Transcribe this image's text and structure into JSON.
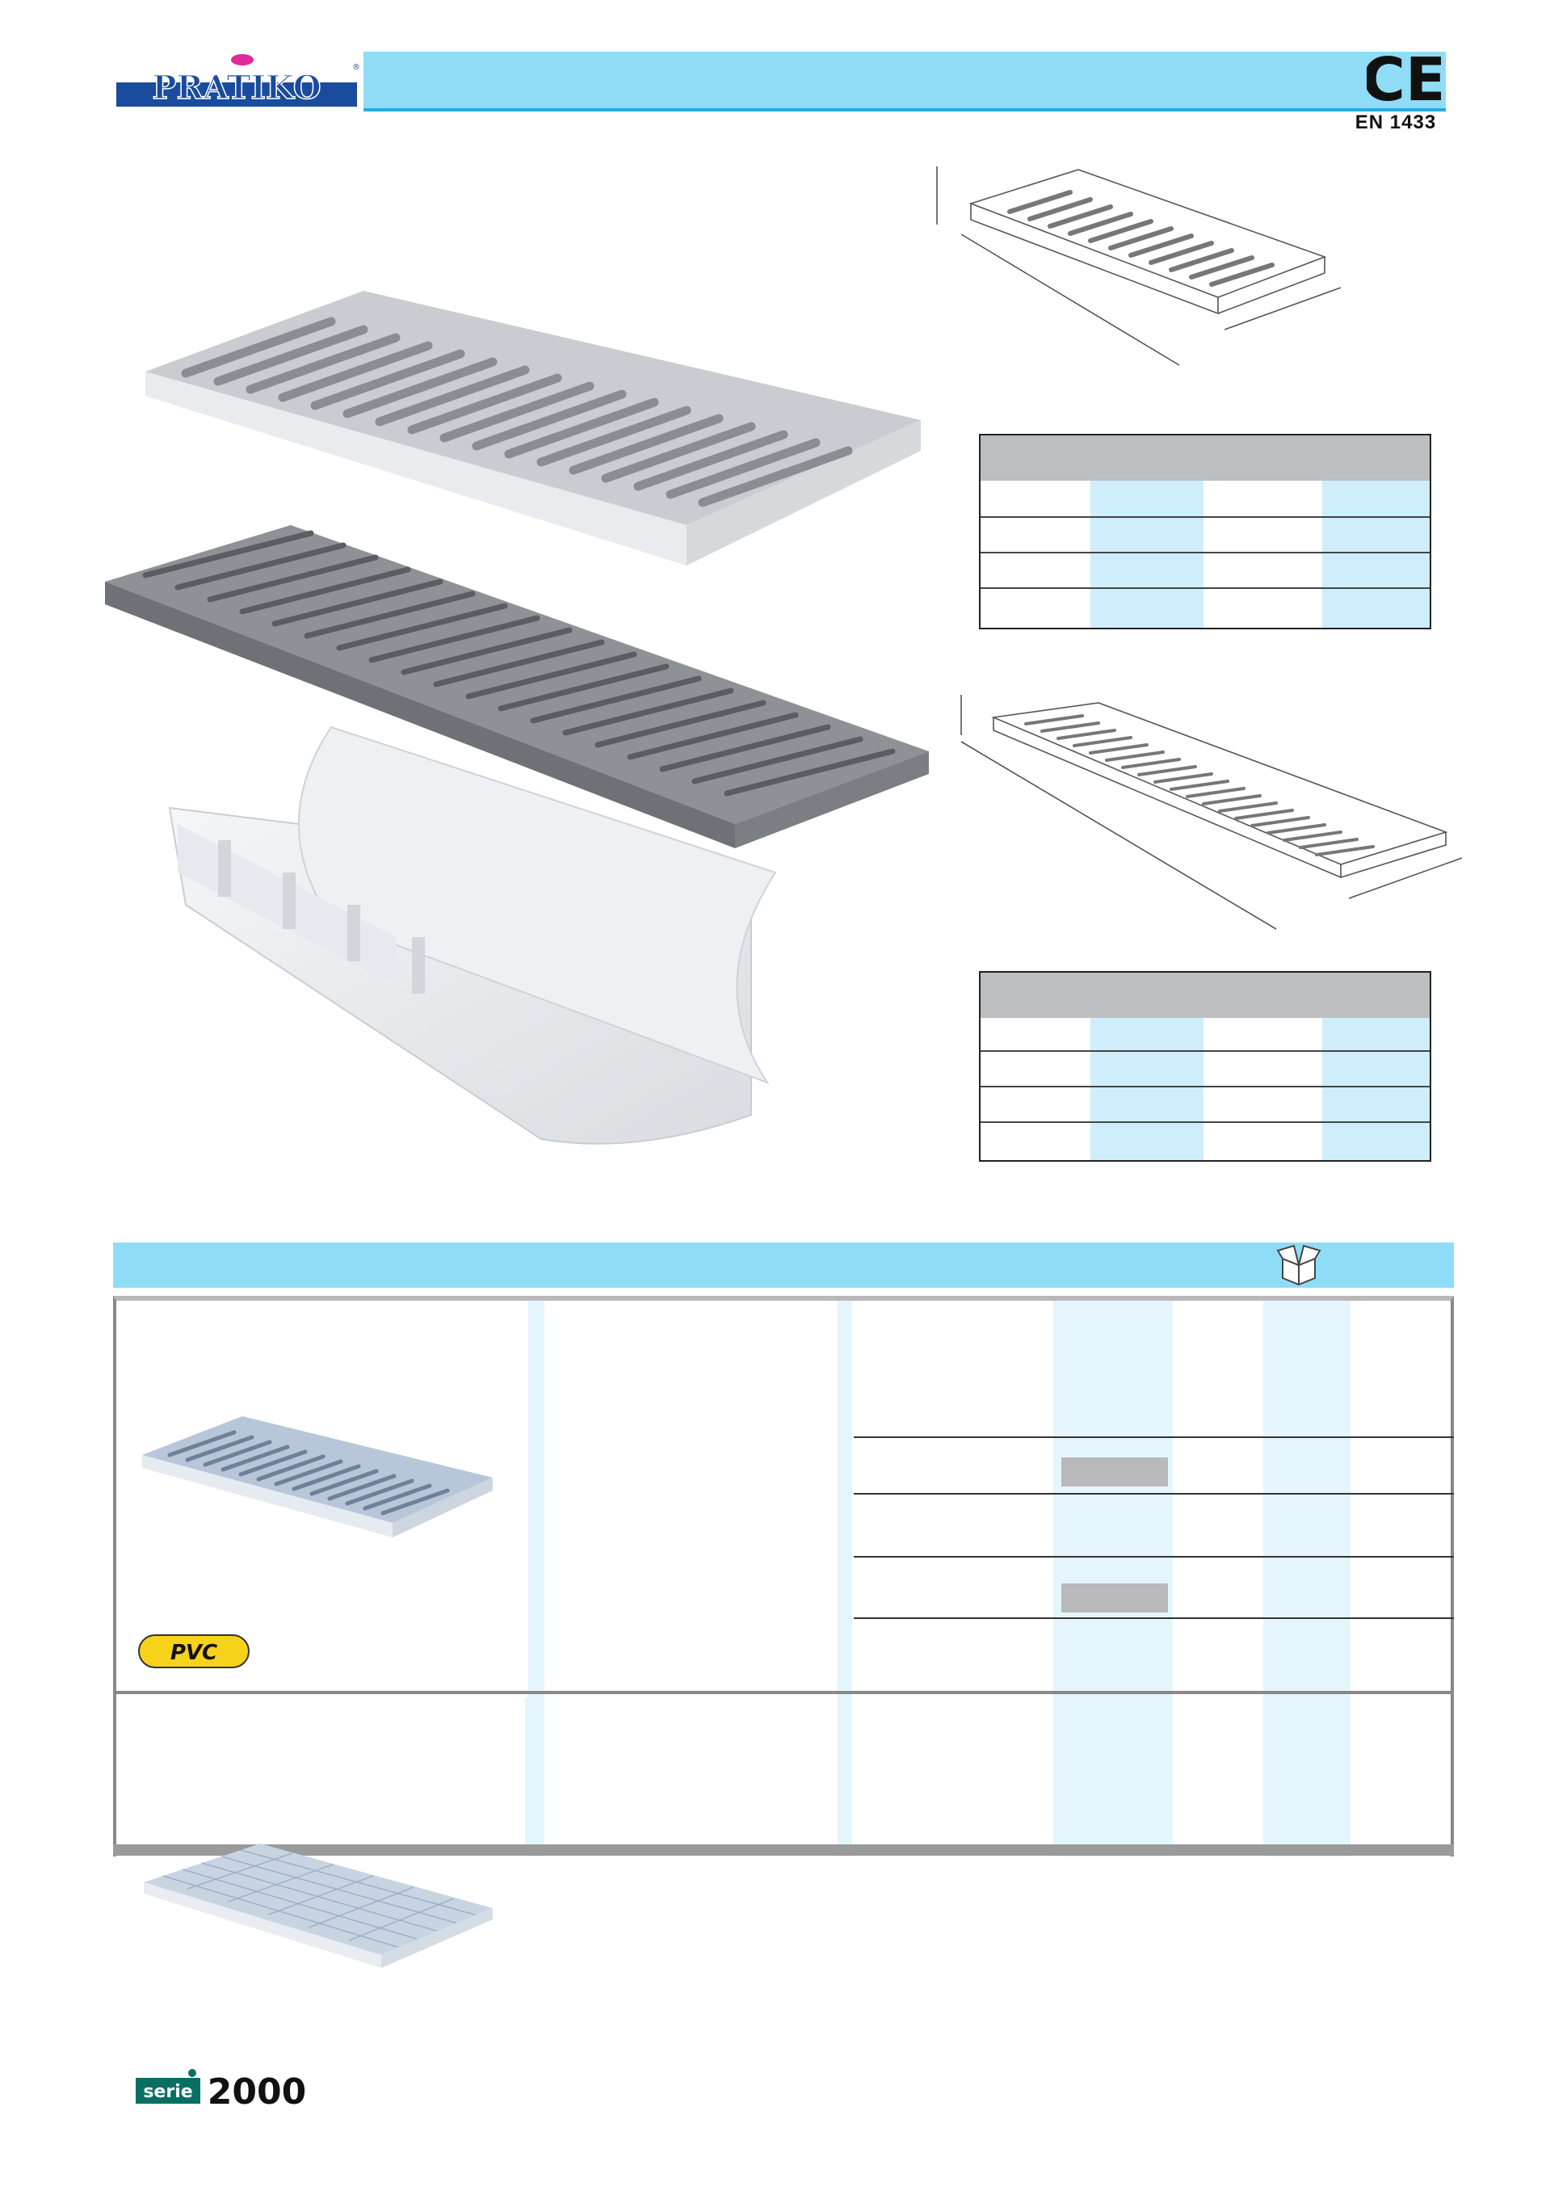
{
  "header": {
    "brand": "PRATIKO",
    "registered_mark": "®",
    "certification_mark": "CE",
    "standard": "EN 1433"
  },
  "badges": {
    "material": "PVC",
    "series_prefix": "serie",
    "series_number": "2000"
  },
  "colors": {
    "header_bar": "#8fdcf7",
    "header_rule": "#2aa9e0",
    "table_column_tint": "#cfeefc",
    "table_header_grey": "#bdbec2",
    "logo_blue": "#1a4b9c",
    "pvc_badge_yellow": "#f6d21a",
    "serie_logo_teal": "#0a6f63"
  },
  "icons": {
    "packaging": "open-box-icon"
  }
}
